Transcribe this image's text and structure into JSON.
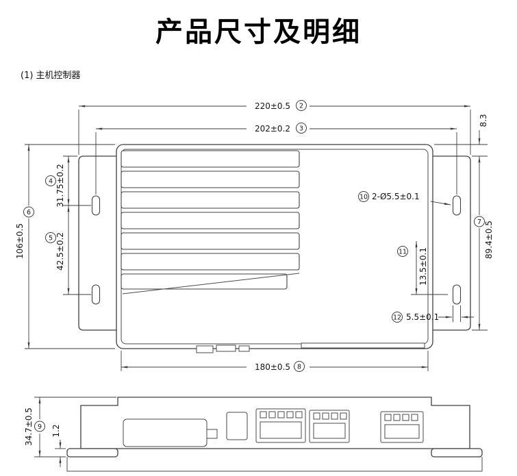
{
  "page": {
    "title": "产品尺寸及明细",
    "section_label": "(1) 主机控制器"
  },
  "top_view": {
    "dims": {
      "overall_width": {
        "ref": "2",
        "value": "220±0.5"
      },
      "hole_span": {
        "ref": "3",
        "value": "202±0.2"
      },
      "flange_offset": {
        "value": "8.3"
      },
      "hole_top_offset": {
        "ref": "4",
        "value": "31.75±0.2"
      },
      "hole_pitch": {
        "ref": "5",
        "value": "42.5±0.2"
      },
      "overall_height": {
        "ref": "6",
        "value": "106±0.5"
      },
      "body_height": {
        "ref": "7",
        "value": "89.4±0.5"
      },
      "body_width": {
        "ref": "8",
        "value": "180±0.5"
      },
      "mount_hole": {
        "ref": "10",
        "value": "2-Ø5.5±0.1"
      },
      "slot_offset": {
        "ref": "11",
        "value": "13.5±0.1"
      },
      "slot_width": {
        "ref": "12",
        "value": "5.5±0.1"
      }
    }
  },
  "side_view": {
    "dims": {
      "overall_thickness": {
        "ref": "9",
        "value": "34.7±0.5"
      },
      "plate_thickness": {
        "value": "1.2"
      }
    }
  }
}
